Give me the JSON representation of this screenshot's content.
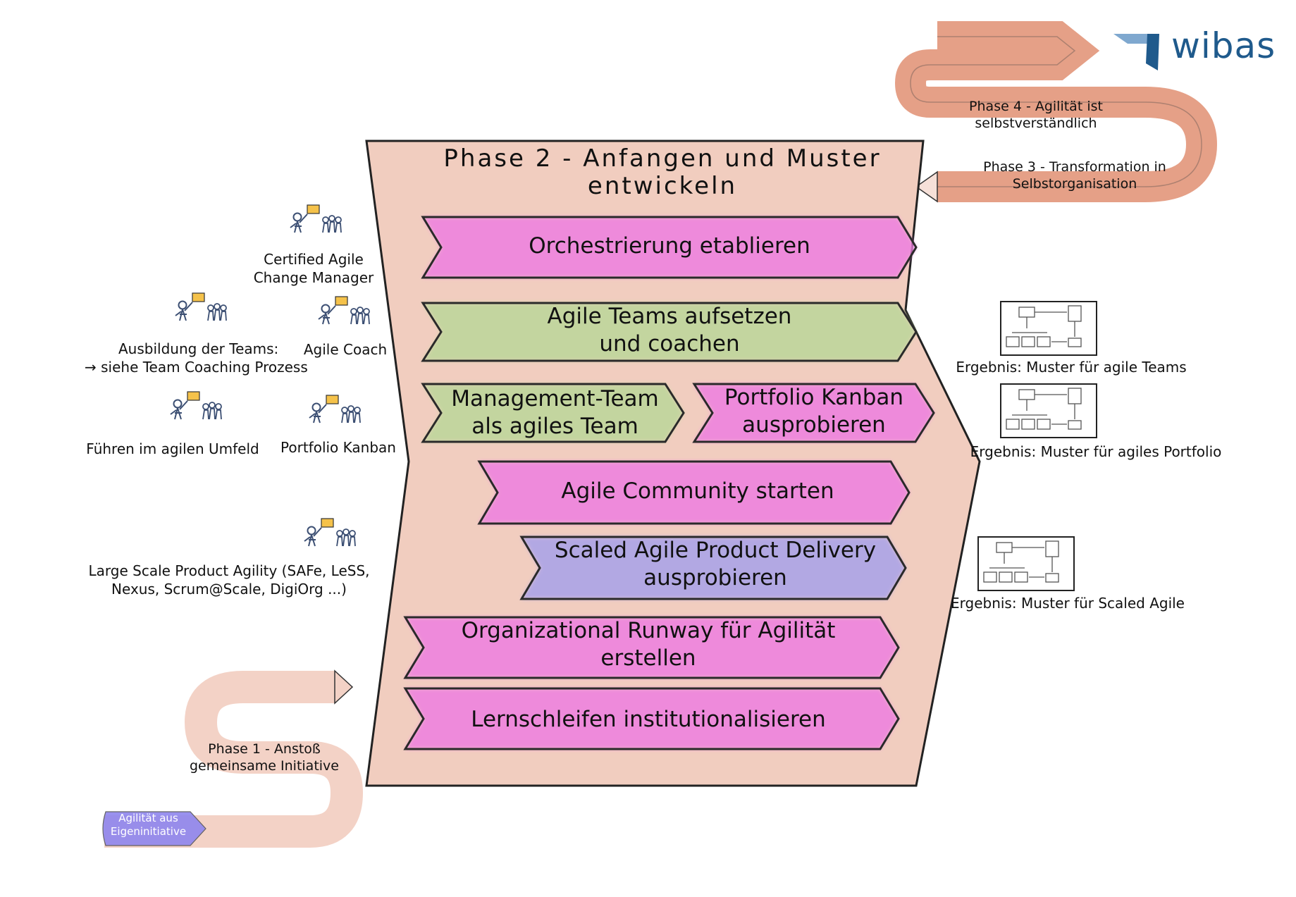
{
  "logo": {
    "text": "wibas",
    "color": "#1f5a8c"
  },
  "main_phase": {
    "title_line1": "Phase 2 - Anfangen und Muster",
    "title_line2": "entwickeln"
  },
  "activities": [
    {
      "line1": "Orchestrierung etablieren",
      "line2": "",
      "color": "#ee7fe0"
    },
    {
      "line1": "Agile Teams aufsetzen",
      "line2": "und coachen",
      "color": "#bcd79a"
    },
    {
      "line1": "Management-Team",
      "line2": "als agiles Team",
      "color": "#bcd79a"
    },
    {
      "line1": "Portfolio Kanban",
      "line2": "ausprobieren",
      "color": "#ee7fe0"
    },
    {
      "line1": "Agile Community starten",
      "line2": "",
      "color": "#ee7fe0"
    },
    {
      "line1": "Scaled Agile Product Delivery",
      "line2": "ausprobieren",
      "color": "#a8a2ea"
    },
    {
      "line1": "Organizational Runway für Agilität",
      "line2": "erstellen",
      "color": "#ee7fe0"
    },
    {
      "line1": "Lernschleifen institutionalisieren",
      "line2": "",
      "color": "#ee7fe0"
    }
  ],
  "trainings": [
    {
      "line1": "Certified Agile",
      "line2": "Change Manager"
    },
    {
      "line1": "Ausbildung der Teams:",
      "line2": "→ siehe Team Coaching Prozess"
    },
    {
      "line1": "Agile Coach",
      "line2": ""
    },
    {
      "line1": "Führen im agilen Umfeld",
      "line2": ""
    },
    {
      "line1": "Portfolio Kanban",
      "line2": ""
    },
    {
      "line1": "Large Scale Product Agility (SAFe, LeSS,",
      "line2": "Nexus, Scrum@Scale, DigiOrg ...)"
    }
  ],
  "results": [
    {
      "text": "Ergebnis: Muster für agile Teams"
    },
    {
      "text": "Ergebnis: Muster für agiles Portfolio"
    },
    {
      "text": "Ergebnis: Muster für Scaled Agile"
    }
  ],
  "phases": {
    "phase1": {
      "line1": "Phase 1 - Anstoß",
      "line2": "gemeinsame Initiative"
    },
    "phase3": {
      "line1": "Phase 3 - Transformation in",
      "line2": "Selbstorganisation"
    },
    "phase4": {
      "line1": "Phase 4 - Agilität ist",
      "line2": "selbstverständlich"
    },
    "start": {
      "line1": "Agilität aus",
      "line2": "Eigeninitiative"
    }
  },
  "colors": {
    "panel": "#f1cdbf",
    "path_dark": "#e08f72",
    "path_light": "#f3d2c6",
    "start_badge": "#8f86ee",
    "flag": "#f5c24a"
  }
}
